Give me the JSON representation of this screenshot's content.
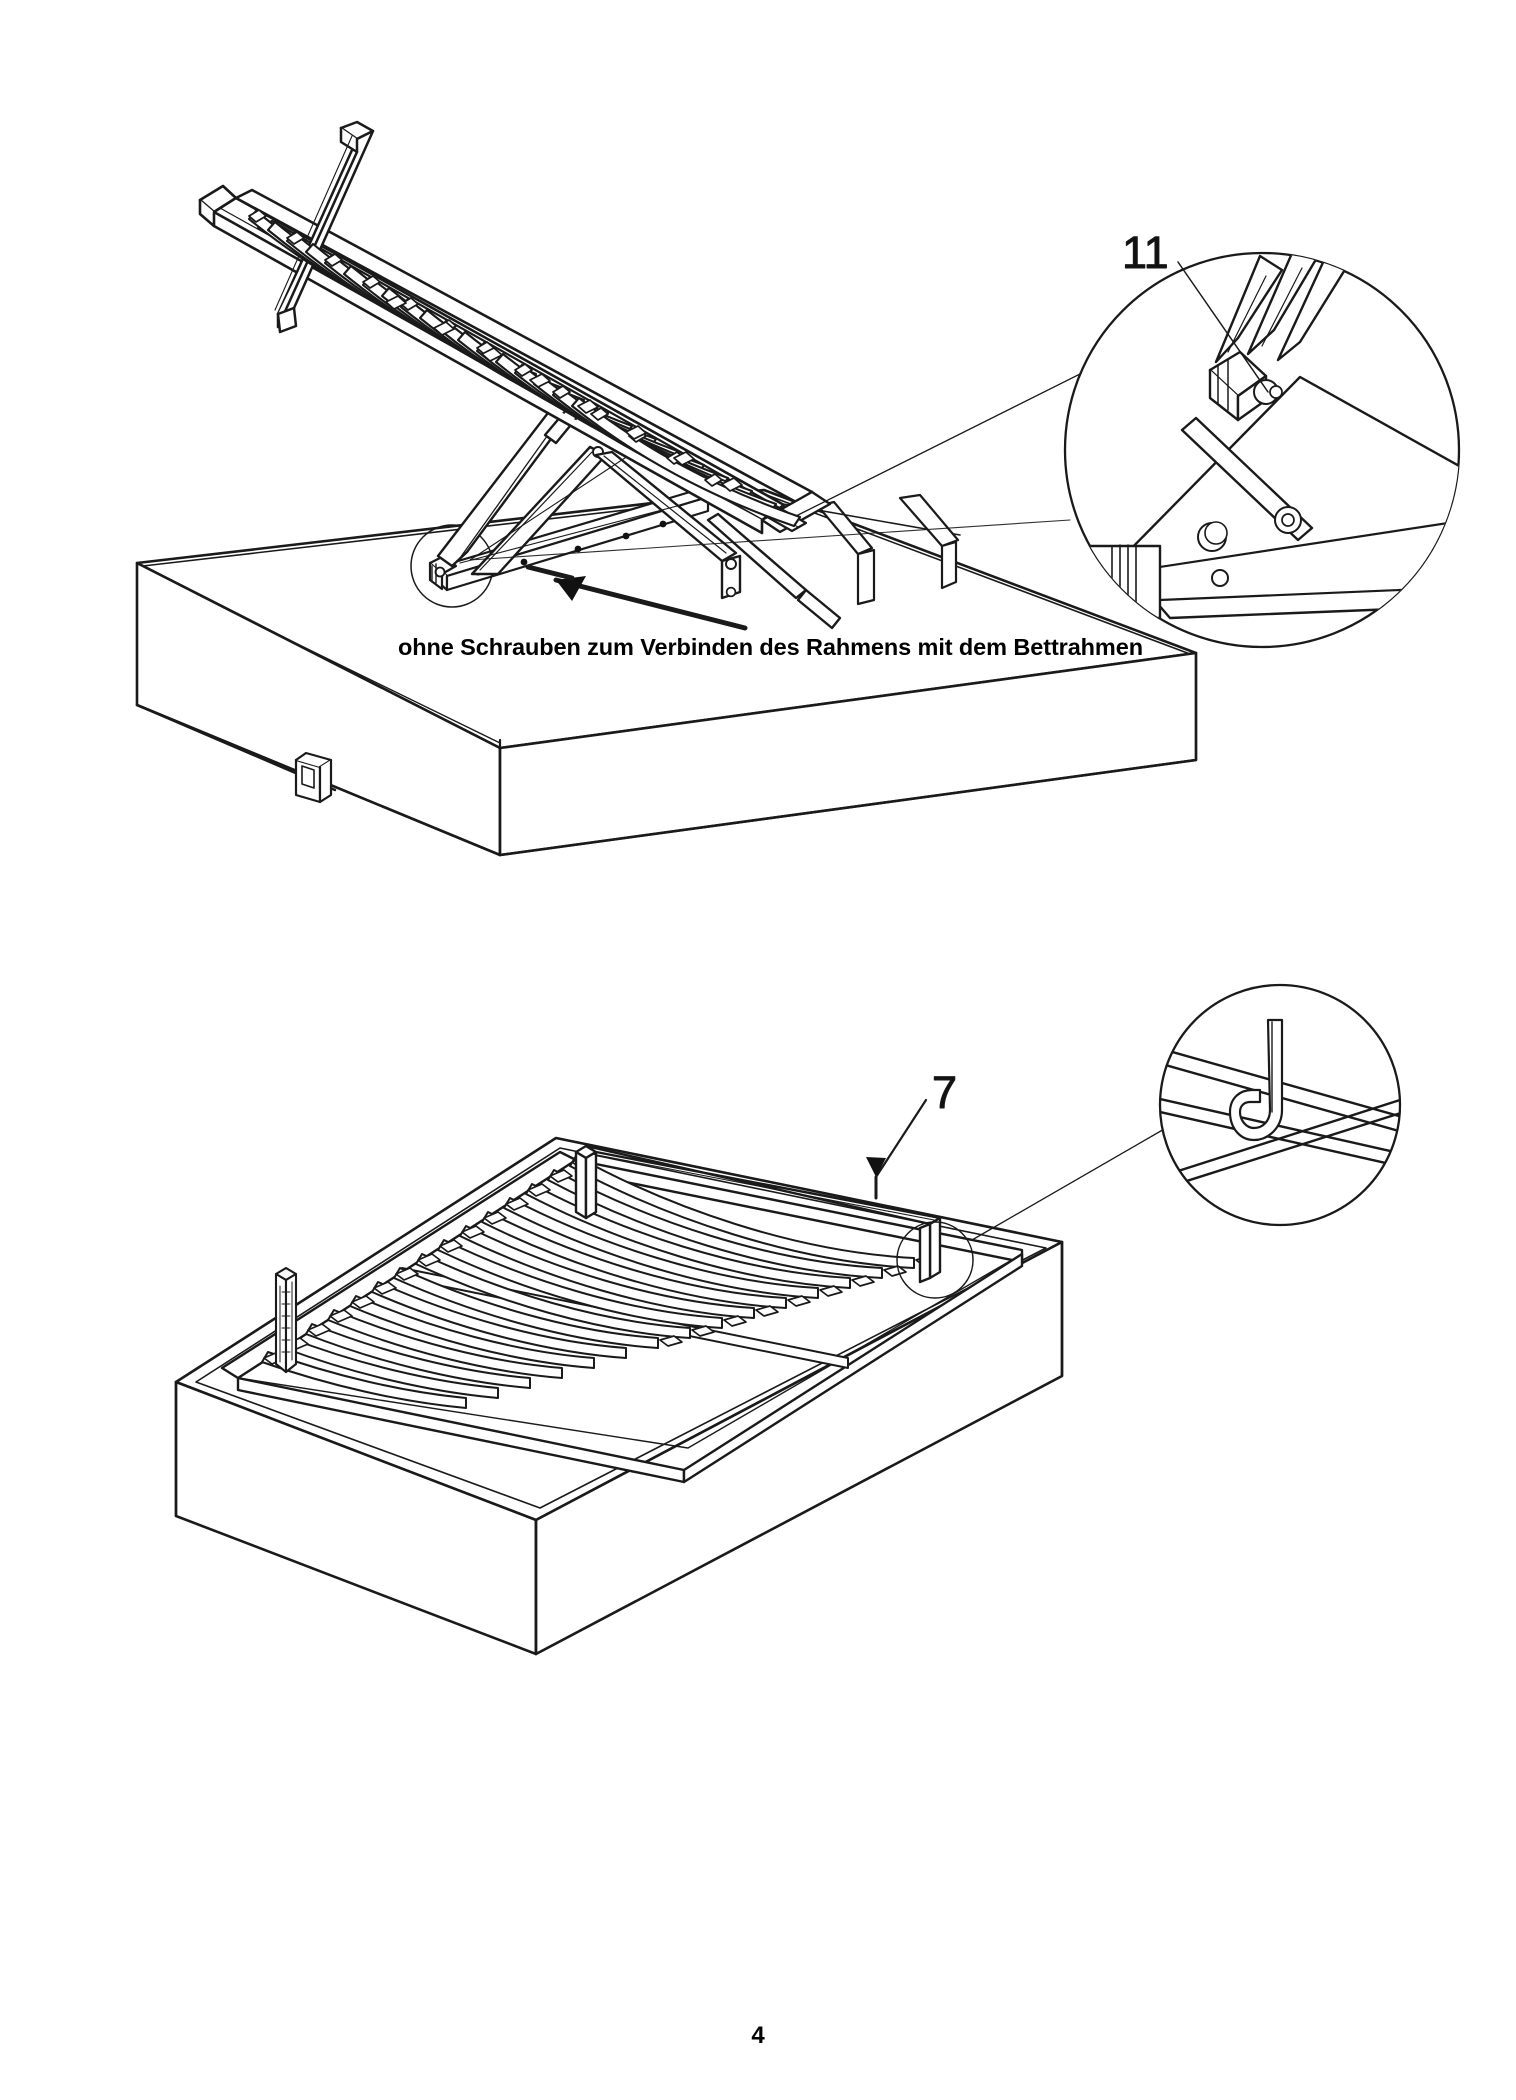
{
  "document": {
    "type": "assembly-instruction-sheet",
    "language": "de",
    "page_number": "4",
    "background_color": "#ffffff",
    "line_color": "#1a1a1a"
  },
  "figures": [
    {
      "id": "fig-lift-open",
      "name": "ottoman-bed-lift-mechanism-open",
      "description": "Isometrische Ansicht eines Bettkastens mit hochgeklapptem Lattenrost und Gasdruckfeder-Hebemechanismus",
      "caption": "ohne Schrauben zum Verbinden des Rahmens mit dem Bettrahmen",
      "callouts": [
        {
          "label": "11",
          "name": "callout-11",
          "target": "hinge-bolt-joint",
          "detail_circle": true
        }
      ],
      "arrow": {
        "name": "caption-arrow",
        "points_to": "mounting-rail-hinge"
      }
    },
    {
      "id": "fig-lift-closed",
      "name": "ottoman-bed-slats-closed",
      "description": "Isometrische Ansicht des Bettkastens mit flach eingelegtem Lattenrost und U-Bügel",
      "callouts": [
        {
          "label": "7",
          "name": "callout-7",
          "target": "u-handle-bar",
          "detail_circle": true
        }
      ]
    }
  ],
  "caption": {
    "lift_frame": "ohne Schrauben zum Verbinden des Rahmens mit dem Bettrahmen"
  },
  "labels": {
    "hinge_bolt": "11",
    "handle_bar": "7"
  },
  "footer": {
    "page": "4"
  }
}
